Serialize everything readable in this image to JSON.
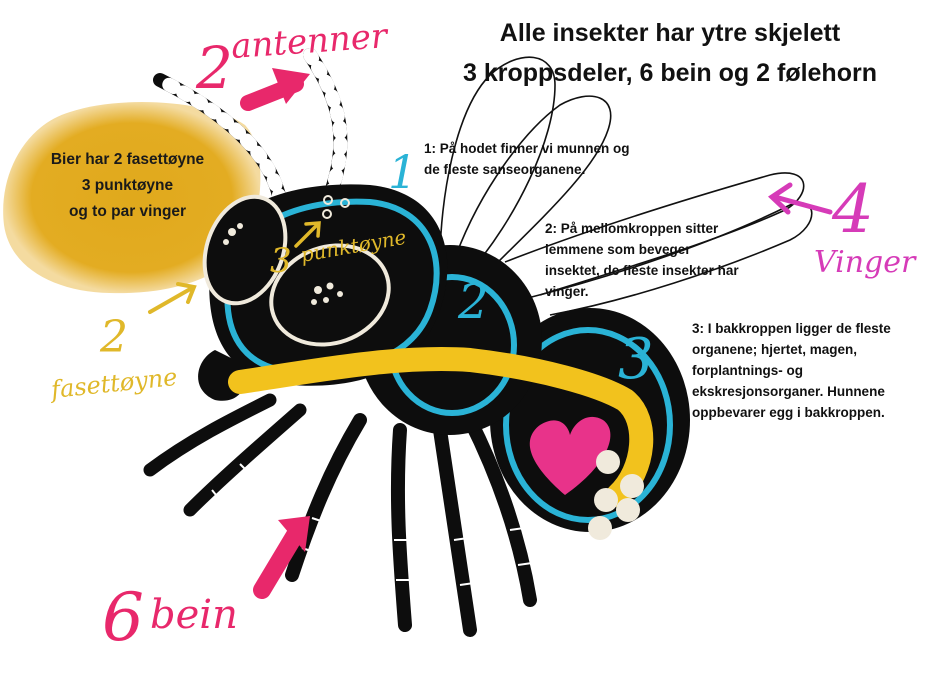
{
  "title_line1": "Alle insekter har ytre skjelett",
  "title_line2": "3 kroppsdeler, 6 bein og 2  følehorn",
  "blob": {
    "line1": "Bier har 2 fasettøyne",
    "line2": "3 punktøyne",
    "line3": "og to par vinger"
  },
  "notes": {
    "n1_line1": "1: På hodet finner vi munnen og",
    "n1_line2": "de fleste sanseorganene.",
    "n2_line1": "2: På mellomkroppen sitter",
    "n2_line2": "lemmene som beveger",
    "n2_line3": "insektet, de fleste insekter har",
    "n2_line4": "vinger.",
    "n3_line1": "3: I bakkroppen ligger de fleste",
    "n3_line2": "organene; hjertet, magen,",
    "n3_line3": "forplantnings- og",
    "n3_line4": "ekskresjonsorganer. Hunnene",
    "n3_line5": "oppbevarer egg i bakkroppen."
  },
  "labels": {
    "antenner_num": "2",
    "antenner": "antenner",
    "fasett_num": "2",
    "fasett": "fasettøyne",
    "punkt_num": "3",
    "punkt": "punktøyne",
    "vinger_num": "4",
    "vinger": "Vinger",
    "bein_num": "6",
    "bein": "bein",
    "part1": "1",
    "part2": "2",
    "part3": "3"
  },
  "colors": {
    "body": "#0d0d0d",
    "segment_outline": "#2ab3d6",
    "pollen_blob": "#e0a91c",
    "gut": "#f2c21d",
    "heart": "#e8338a",
    "label_pink": "#e8286b",
    "label_magenta": "#d63bb8",
    "label_yellow": "#e0b82a",
    "eggs": "#f0eadc"
  }
}
